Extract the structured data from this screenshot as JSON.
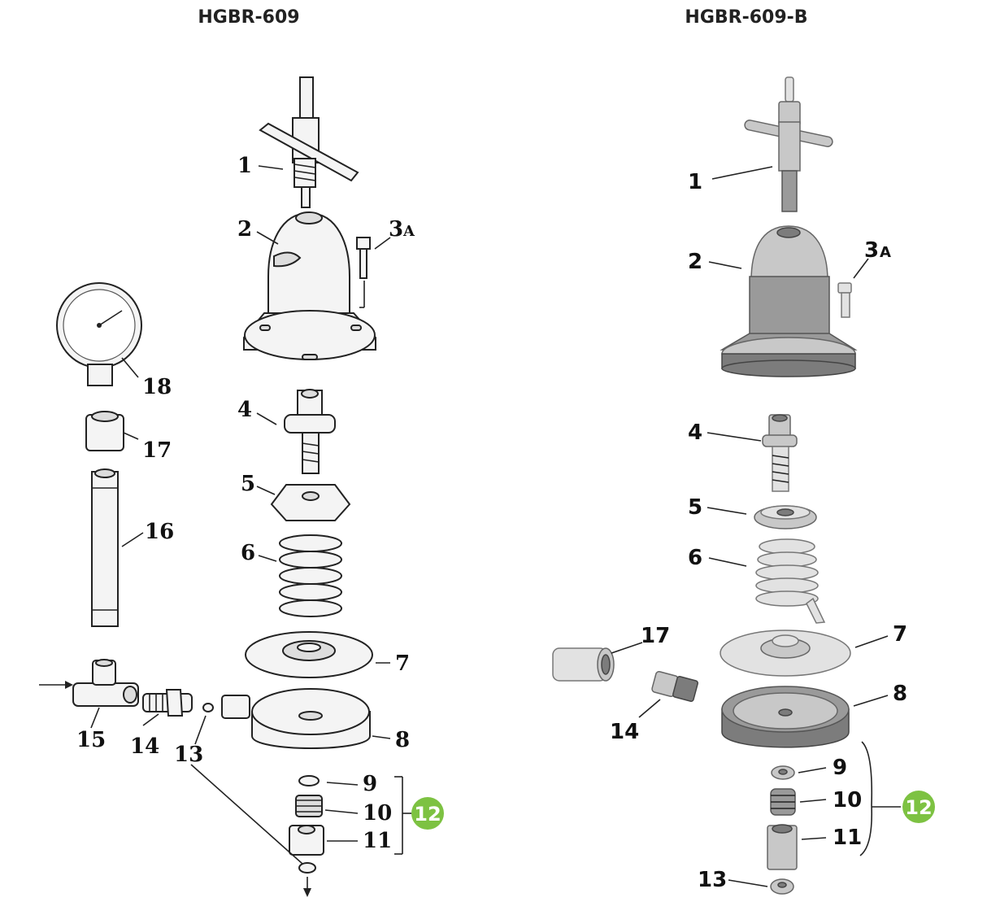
{
  "titles": {
    "left": "HGBR-609",
    "right": "HGBR-609-B"
  },
  "left_labels": {
    "p1": "1",
    "p2": "2",
    "p3a_num": "3",
    "p3a_suf": "A",
    "p4": "4",
    "p5": "5",
    "p6": "6",
    "p7": "7",
    "p8": "8",
    "p9": "9",
    "p10": "10",
    "p11": "11",
    "p12": "12",
    "p13": "13",
    "p14": "14",
    "p15": "15",
    "p16": "16",
    "p17": "17",
    "p18": "18"
  },
  "right_labels": {
    "p1": "1",
    "p2": "2",
    "p3a_num": "3",
    "p3a_suf": "A",
    "p4": "4",
    "p5": "5",
    "p6": "6",
    "p7": "7",
    "p8": "8",
    "p9": "9",
    "p10": "10",
    "p11": "11",
    "p12": "12",
    "p13": "13",
    "p14": "14",
    "p17": "17"
  },
  "colors": {
    "badge": "#7dc242"
  }
}
